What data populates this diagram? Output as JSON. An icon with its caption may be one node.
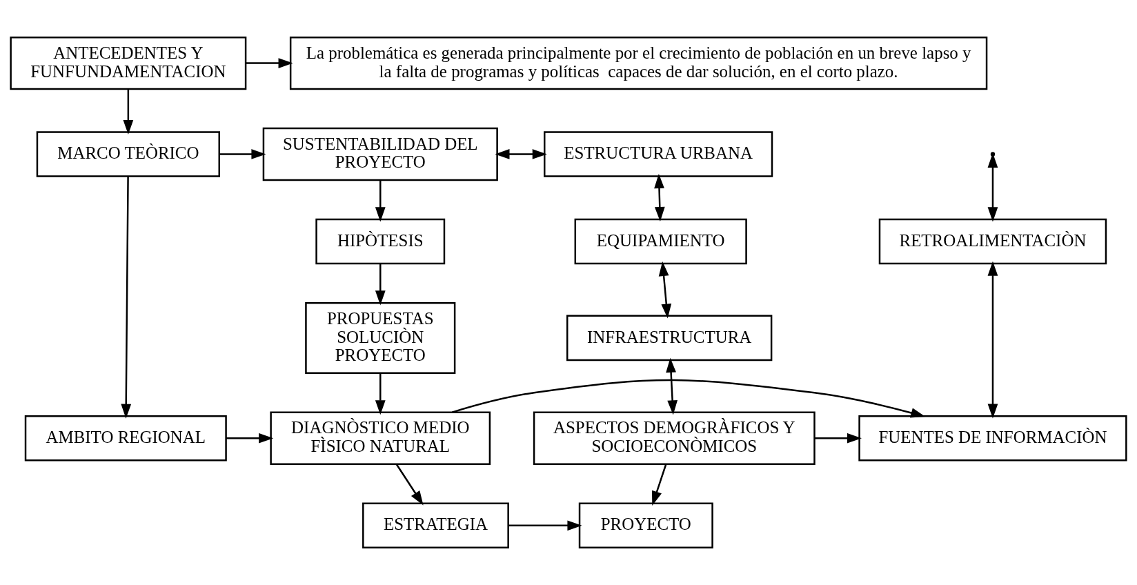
{
  "diagram": {
    "nodes": [
      {
        "text": [
          "ANTECEDENTES Y FUNFUNDAMENTACION"
        ]
      },
      {
        "text": [
          "La problemática es generada principalmente por el crecimiento de población en un breve lapso y la falta de programas y políticas  capaces de dar solución, en el corto plazo."
        ]
      },
      {
        "text": [
          "MARCO TEÒRICO"
        ]
      },
      {
        "text": [
          "SUSTENTABILIDAD DEL PROYECTO"
        ]
      },
      {
        "text": [
          "ESTRUCTURA URBANA"
        ]
      },
      {
        "text": [
          "HIPÒTESIS"
        ]
      },
      {
        "text": [
          "RETROALIMENTACIÒN"
        ]
      },
      {
        "text": [
          "EQUIPAMIENTO"
        ]
      },
      {
        "text": [
          "PROPUESTAS SOLUCIÒN PROYECTO"
        ]
      },
      {
        "text": [
          "INFRAESTRUCTURA"
        ]
      },
      {
        "text": [
          "AMBITO REGIONAL"
        ]
      },
      {
        "text": [
          "DIAGNÒSTICO MEDIO FÌSICO NATURAL"
        ]
      },
      {
        "text": [
          "FUENTES DE INFORMACIÒN"
        ]
      },
      {
        "text": [
          "ASPECTOS DEMOGRÀFICOS Y SOCIOECONÒMICOS"
        ]
      },
      {
        "text": [
          "ESTRATEGIA"
        ]
      },
      {
        "text": [
          "PROYECTO"
        ]
      }
    ],
    "edges": [
      {
        "from": 0,
        "to": 1,
        "arrow": "to"
      },
      {
        "from": 0,
        "to": 2,
        "arrow": "to"
      },
      {
        "from": 2,
        "to": 3,
        "arrow": "to"
      },
      {
        "from": 2,
        "to": 10,
        "arrow": "to"
      },
      {
        "from": 3,
        "to": 4,
        "arrow": "both"
      },
      {
        "from": null,
        "to": 6,
        "arrow": "both"
      },
      {
        "from": 3,
        "to": 5,
        "arrow": "to"
      },
      {
        "from": 5,
        "to": 8,
        "arrow": "to"
      },
      {
        "from": 8,
        "to": 11,
        "arrow": "to"
      },
      {
        "from": 10,
        "to": 11,
        "arrow": "to"
      },
      {
        "from": 11,
        "to": 12,
        "arrow": "to"
      },
      {
        "from": 6,
        "to": 12,
        "arrow": "both"
      },
      {
        "from": 13,
        "to": 12,
        "arrow": "to"
      },
      {
        "from": 4,
        "to": 7,
        "arrow": "both"
      },
      {
        "from": 7,
        "to": 9,
        "arrow": "both"
      },
      {
        "from": 9,
        "to": 13,
        "arrow": "both"
      },
      {
        "from": 13,
        "to": 15,
        "arrow": "to"
      },
      {
        "from": 11,
        "to": 14,
        "arrow": "to"
      },
      {
        "from": 14,
        "to": 15,
        "arrow": "to"
      }
    ]
  }
}
